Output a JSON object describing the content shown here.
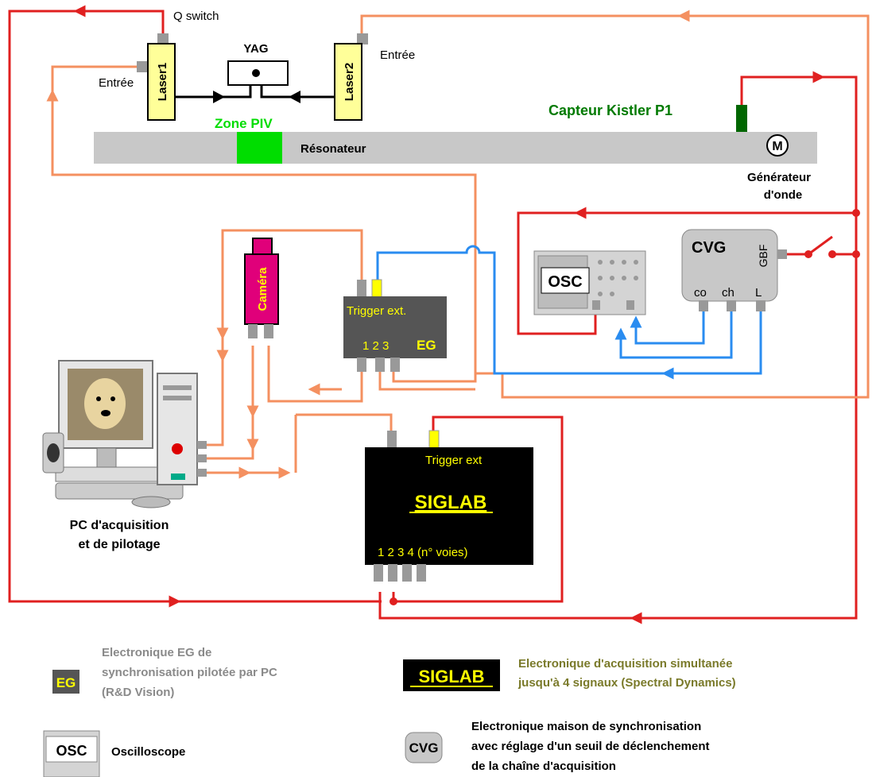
{
  "labels": {
    "q_switch": "Q switch",
    "yag": "YAG",
    "laser1": "Laser1",
    "laser2": "Laser2",
    "entree_left": "Entrée",
    "entree_right": "Entrée",
    "zone_piv": "Zone PIV",
    "resonateur": "Résonateur",
    "capteur": "Capteur Kistler P1",
    "motor_symbol": "M",
    "generateur_line1": "Générateur",
    "generateur_line2": "d'onde",
    "cvg": "CVG",
    "gbf": "GBF",
    "cvg_co": "co",
    "cvg_ch": "ch",
    "cvg_l": "L",
    "osc": "OSC",
    "camera": "Caméra",
    "eg_trigger": "Trigger ext.",
    "eg_channels": "1 2 3",
    "eg_name": "EG",
    "siglab_trigger": "Trigger ext",
    "siglab_name": "SIGLAB",
    "siglab_channels": "1 2 3 4 (n° voies)",
    "pc_line1": "PC d'acquisition",
    "pc_line2": "et de pilotage"
  },
  "legend": {
    "eg": {
      "badge": "EG",
      "line1": "Electronique EG de",
      "line2": "synchronisation pilotée par PC",
      "line3": "(R&D Vision)"
    },
    "siglab": {
      "badge": "SIGLAB",
      "line1": "Electronique d'acquisition simultanée",
      "line2": "jusqu'à 4 signaux  (Spectral Dynamics)"
    },
    "osc": {
      "badge": "OSC",
      "line1": "Oscilloscope"
    },
    "cvg": {
      "badge": "CVG",
      "line1": "Electronique maison de synchronisation",
      "line2": "avec réglage d'un seuil de déclenchement",
      "line3": "de la chaîne d'acquisition"
    }
  },
  "colors": {
    "red_wire": "#e02020",
    "orange_wire": "#f49060",
    "blue_wire": "#2a8cf0",
    "laser_box": "#ffff99",
    "zone_piv": "#00dd00",
    "capteur_text": "#007a00",
    "camera_body": "#e0007a",
    "resonateur": "#c8c8c8",
    "eg_box": "#555555",
    "eg_text": "#ffff00",
    "siglab_bg": "#000000",
    "siglab_text": "#ffff00",
    "legend_gray_text": "#8a8a8a",
    "legend_olive_text": "#7a7a2a"
  }
}
